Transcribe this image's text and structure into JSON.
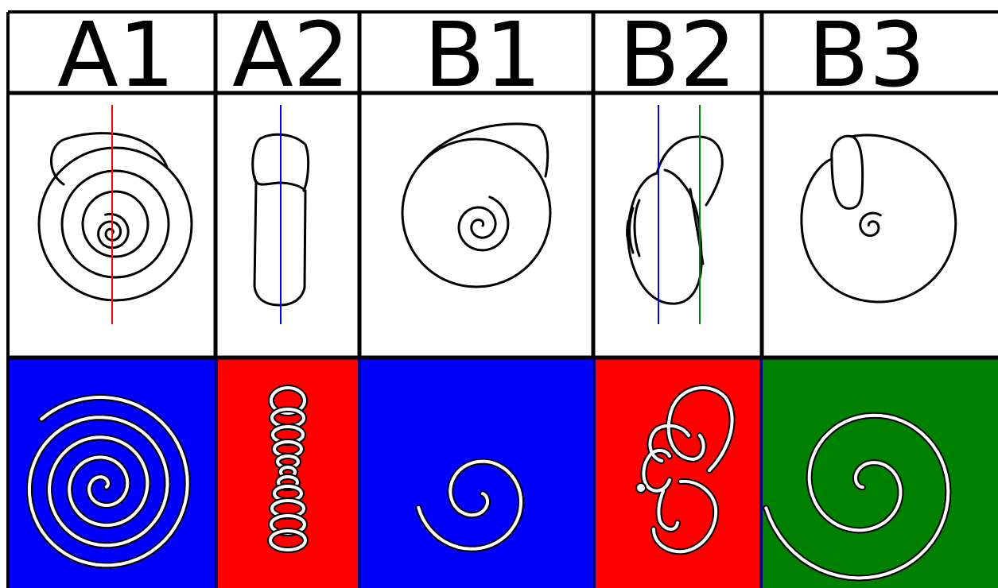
{
  "columns": [
    {
      "id": "A1",
      "label": "A1",
      "fill": "#0000ff"
    },
    {
      "id": "A2",
      "label": "A2",
      "fill": "#ff0000"
    },
    {
      "id": "B1",
      "label": "B1",
      "fill": "#0000ff"
    },
    {
      "id": "B2",
      "label": "B2",
      "fill": "#ff0000"
    },
    {
      "id": "B3",
      "label": "B3",
      "fill": "#008000"
    }
  ],
  "colors": {
    "border": "#000000",
    "divider": "#000080",
    "axis_red": "#ff0000",
    "axis_blue": "#0000ff",
    "axis_green": "#008000",
    "curve": "#ffffff",
    "curve_outline": "#000000"
  }
}
